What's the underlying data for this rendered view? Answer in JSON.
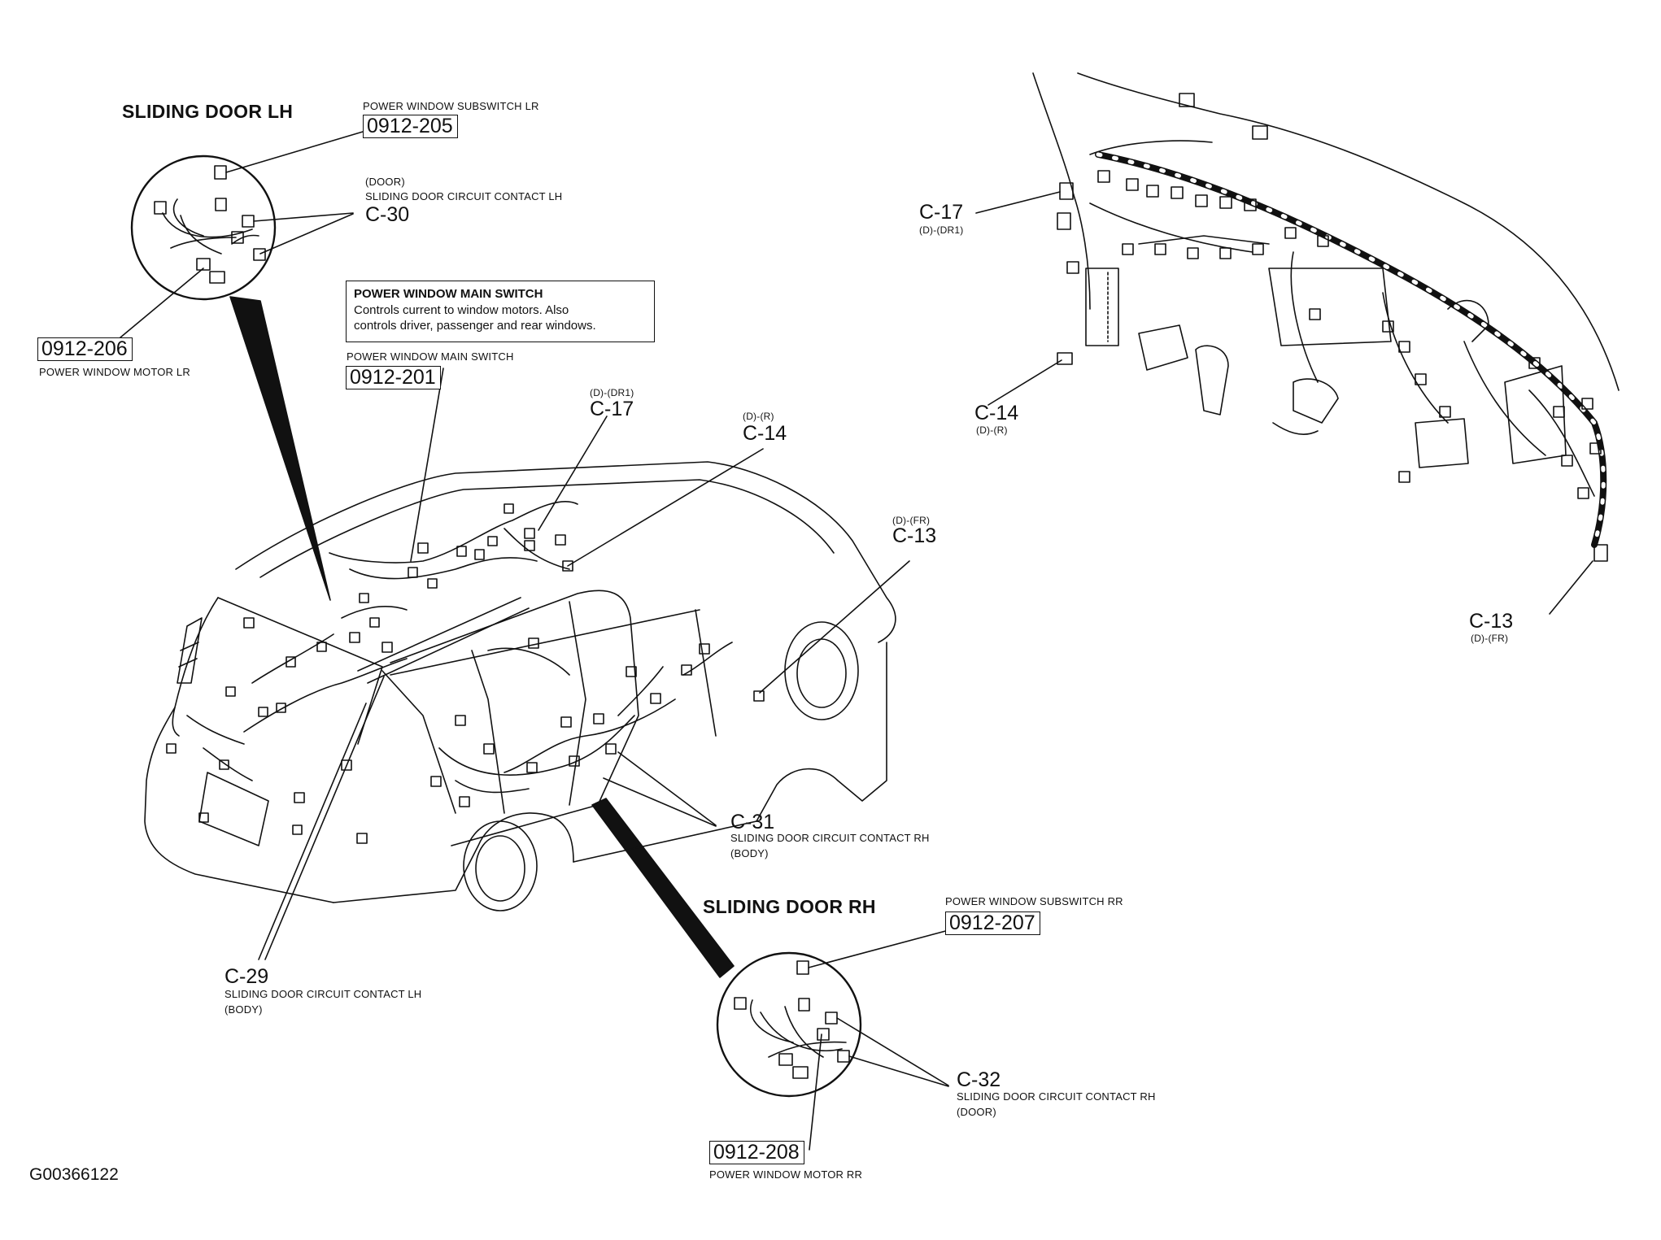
{
  "sections": {
    "lh_title": "SLIDING DOOR LH",
    "rh_title": "SLIDING DOOR RH"
  },
  "parts": {
    "subswitch_lr": {
      "label": "POWER WINDOW SUBSWITCH LR",
      "ref": "0912-205"
    },
    "motor_lr": {
      "label": "POWER WINDOW MOTOR LR",
      "ref": "0912-206"
    },
    "main_switch": {
      "label": "POWER WINDOW MAIN SWITCH",
      "ref": "0912-201"
    },
    "subswitch_rr": {
      "label": "POWER WINDOW SUBSWITCH RR",
      "ref": "0912-207"
    },
    "motor_rr": {
      "label": "POWER WINDOW MOTOR RR",
      "ref": "0912-208"
    }
  },
  "note": {
    "title": "POWER WINDOW MAIN SWITCH",
    "line1": "Controls current to window motors. Also",
    "line2": "controls driver, passenger and rear windows."
  },
  "connectors": {
    "c30": {
      "code": "C-30",
      "pre": "(DOOR)",
      "desc": "SLIDING DOOR CIRCUIT CONTACT LH"
    },
    "c17": {
      "code": "C-17",
      "sub": "(D)-(DR1)"
    },
    "c14": {
      "code": "C-14",
      "sub": "(D)-(R)"
    },
    "c13": {
      "code": "C-13",
      "sub": "(D)-(FR)"
    },
    "c31": {
      "code": "C-31",
      "desc": "SLIDING DOOR CIRCUIT CONTACT RH",
      "post": "(BODY)"
    },
    "c29": {
      "code": "C-29",
      "desc": "SLIDING DOOR CIRCUIT CONTACT LH",
      "post": "(BODY)"
    },
    "c32": {
      "code": "C-32",
      "desc": "SLIDING DOOR CIRCUIT CONTACT RH",
      "post": "(DOOR)"
    },
    "c17_dash": {
      "code": "C-17",
      "sub": "(D)-(DR1)"
    },
    "c14_dash": {
      "code": "C-14",
      "sub": "(D)-(R)"
    },
    "c13_dash": {
      "code": "C-13",
      "sub": "(D)-(FR)"
    }
  },
  "figure_id": "G00366122"
}
